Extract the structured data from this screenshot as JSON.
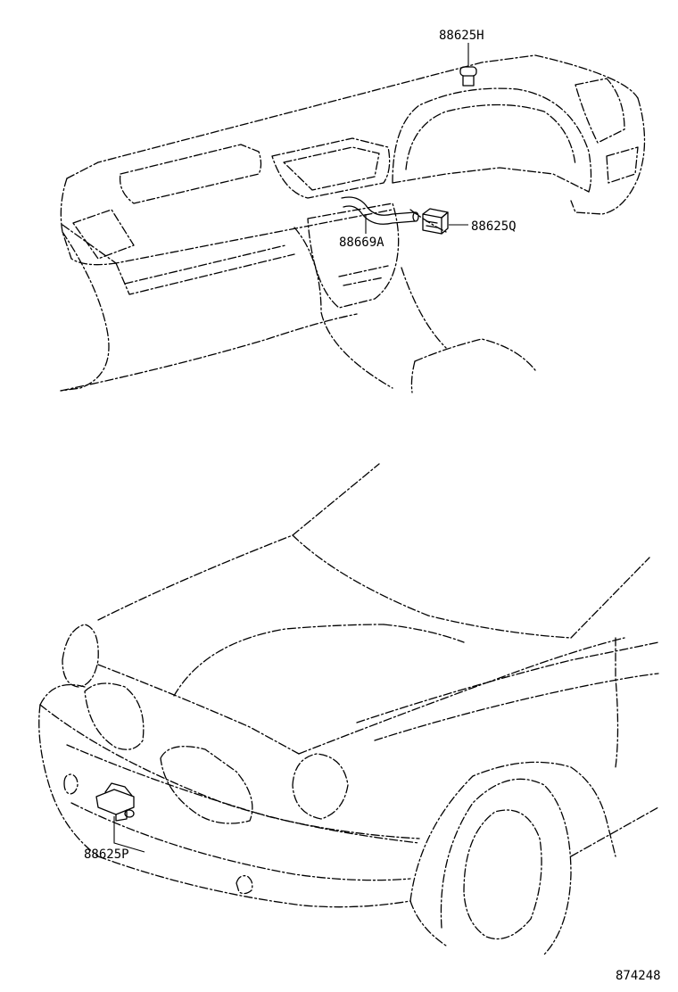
{
  "diagram": {
    "callouts": [
      {
        "id": "part-88625H",
        "text": "88625H"
      },
      {
        "id": "part-88669A",
        "text": "88669A"
      },
      {
        "id": "part-88625Q",
        "text": "88625Q"
      },
      {
        "id": "part-88625P",
        "text": "88625P"
      }
    ],
    "figure_number": "874248"
  }
}
